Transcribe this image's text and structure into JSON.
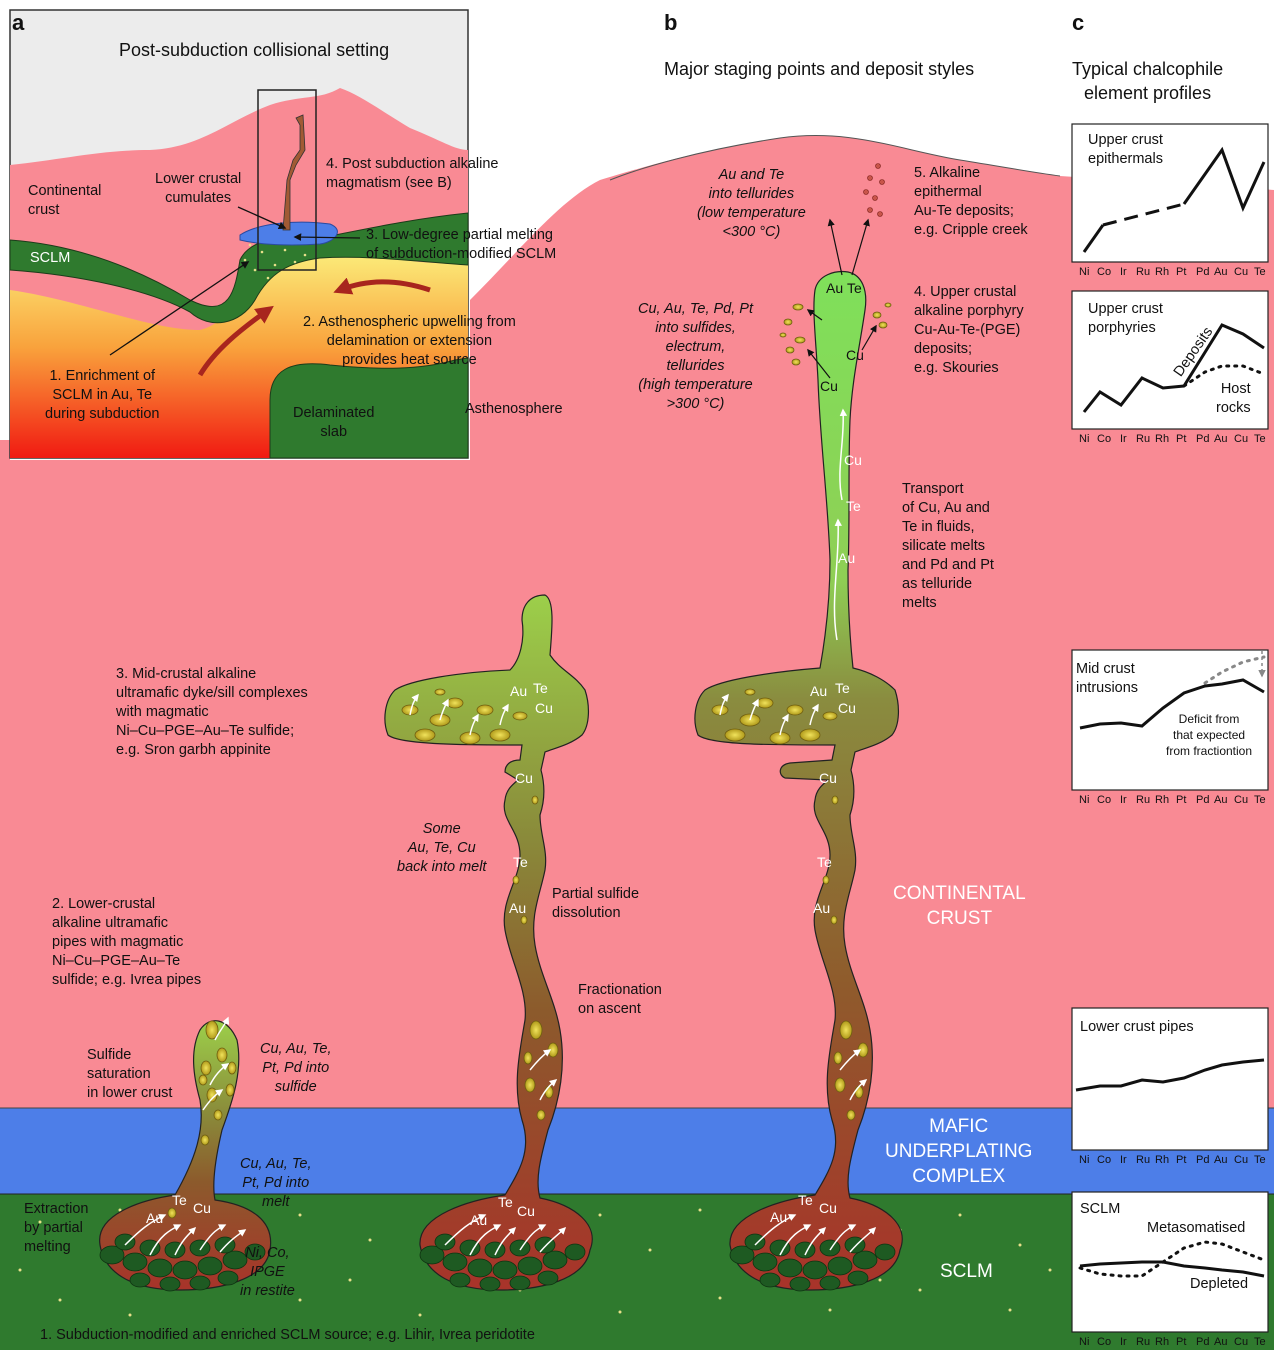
{
  "panel_labels": {
    "a": "a",
    "b": "b",
    "c": "c"
  },
  "panel_a": {
    "title": "Post-subduction collisional setting",
    "continental_crust": "Continental\ncrust",
    "sclm": "SCLM",
    "lower_crustal_cumulates": "Lower crustal\ncumulates",
    "note4": "4. Post subduction alkaline\nmagmatism (see B)",
    "note3": "3. Low-degree partial melting\nof subduction-modified SCLM",
    "note2": "2. Asthenospheric upwelling from\ndelamination or extension\nprovides heat source",
    "note1": "1. Enrichment of\nSCLM in Au, Te\nduring subduction",
    "delaminated_slab": "Delaminated\nslab",
    "asthenosphere": "Asthenosphere"
  },
  "panel_b": {
    "title": "Major staging points and deposit styles",
    "au_te_tellurides": "Au and Te\ninto tellurides\n(low temperature\n<300 °C)",
    "deposit5": "5. Alkaline\nepithermal\nAu-Te deposits;\ne.g. Cripple creek",
    "sulfides_text": "Cu, Au, Te, Pd, Pt\ninto sulfides,\nelectrum,\ntellurides\n(high temperature\n>300 °C)",
    "deposit4": "4. Upper crustal\nalkaline porphyry\nCu-Au-Te-(PGE)\ndeposits;\ne.g. Skouries",
    "transport": "Transport\nof Cu, Au and\nTe in fluids,\nsilicate melts\nand Pd and Pt\nas telluride\nmelts",
    "deposit3": "3. Mid-crustal alkaline\nultramafic dyke/sill complexes\nwith magmatic\nNi–Cu–PGE–Au–Te sulfide;\ne.g. Sron garbh appinite",
    "some_back": "Some\nAu, Te, Cu\nback into melt",
    "partial_dissolution": "Partial sulfide\ndissolution",
    "fractionation": "Fractionation\non ascent",
    "deposit2": "2. Lower-crustal\nalkaline ultramafic\npipes with magmatic\nNi–Cu–PGE–Au–Te\nsulfide; e.g. Ivrea pipes",
    "sulfide_saturation": "Sulfide\nsaturation\nin lower crust",
    "into_sulfide": "Cu, Au, Te,\nPt, Pd into\nsulfide",
    "into_melt": "Cu, Au, Te,\nPt, Pd into\nmelt",
    "extraction": "Extraction\nby partial\nmelting",
    "restite": "Ni, Co,\nIPGE\nin restite",
    "source1": "1. Subduction-modified and enriched SCLM source; e.g. Lihir, Ivrea peridotite",
    "layer_crust": "CONTINENTAL\nCRUST",
    "layer_mafic": "MAFIC\nUNDERPLATING\nCOMPLEX",
    "layer_sclm": "SCLM",
    "elements": {
      "au": "Au",
      "te": "Te",
      "cu": "Cu"
    }
  },
  "panel_c": {
    "title": "Typical chalcophile\nelement profiles",
    "x_ticks": [
      "Ni",
      "Co",
      "Ir",
      "Ru",
      "Rh",
      "Pt",
      "Pd",
      "Au",
      "Cu",
      "Te"
    ],
    "plots": [
      {
        "title": "Upper crust\nepithermals"
      },
      {
        "title": "Upper crust\nporphyries",
        "label_deposits": "Deposits",
        "label_host": "Host\nrocks"
      },
      {
        "title": "Mid crust\nintrusions",
        "label_deficit": "Deficit from\nthat expected\nfrom fractiontion"
      },
      {
        "title": "Lower crust pipes"
      },
      {
        "title": "SCLM",
        "label_meta": "Metasomatised",
        "label_depleted": "Depleted"
      }
    ]
  },
  "colors": {
    "crust": "#f98a94",
    "mafic": "#4d7ee8",
    "sclm": "#2f7a2e",
    "sky": "#ececec",
    "magma_red": "#a83a2a",
    "magma_green": "#8fd85a",
    "arrow_red": "#a8251e"
  }
}
